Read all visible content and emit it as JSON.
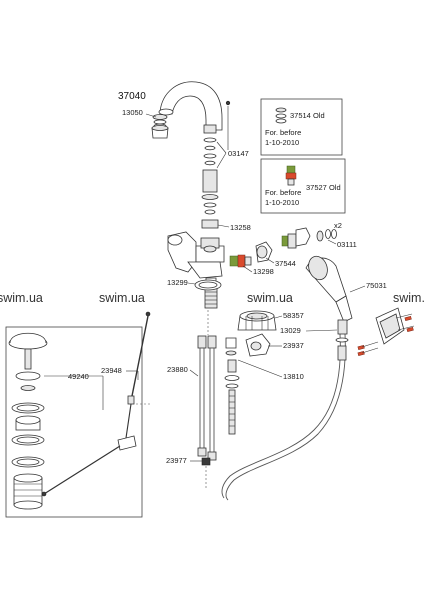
{
  "diagram": {
    "model_number": "37040",
    "watermark": "swim.ua",
    "part_labels": {
      "p13050": "13050",
      "p03147": "03147",
      "p13258": "13258",
      "p13298": "13298",
      "p37544": "37544",
      "p03111": "03111",
      "x2": "x2",
      "p13299": "13299",
      "p75031": "75031",
      "p58357": "58357",
      "p13029": "13029",
      "p23937": "23937",
      "p49240": "49240",
      "p23948": "23948",
      "p23880": "23880",
      "p13810": "13810",
      "p23977": "23977"
    },
    "old_box_1": {
      "part": "37514 Old",
      "note_line1": "For. before",
      "note_line2": "1-10-2010"
    },
    "old_box_2": {
      "part": "37527 Old",
      "note_line1": "For. before",
      "note_line2": "1-10-2010"
    }
  }
}
